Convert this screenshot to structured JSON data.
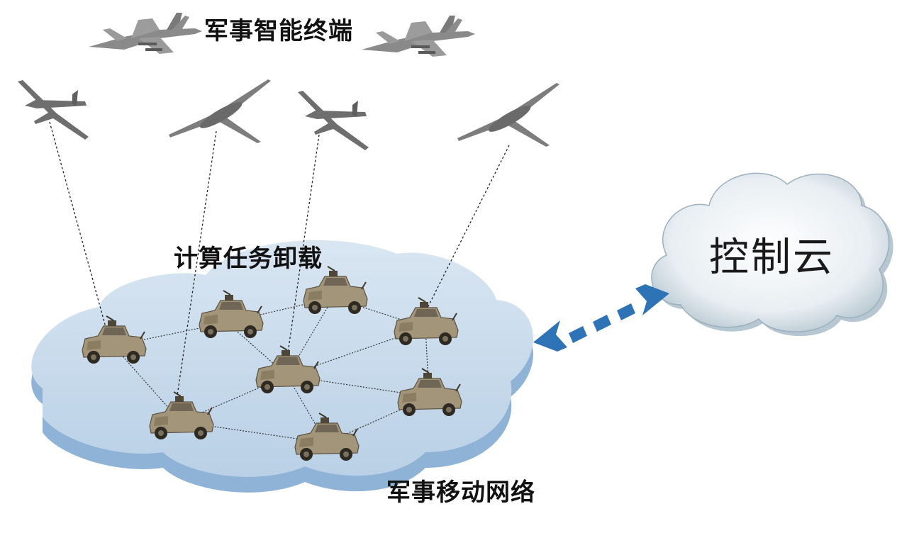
{
  "labels": {
    "terminals": "军事智能终端",
    "offload": "计算任务卸载",
    "network": "军事移动网络",
    "cloud": "控制云"
  },
  "colors": {
    "network_cloud_top": "#c7d9ea",
    "network_cloud_side": "#8fb3d6",
    "control_cloud_fill": "#dfe8ee",
    "arrow": "#2f73b7",
    "aircraft": "#7b7b7b",
    "vehicle": "#9a8b6e",
    "link": "#333333"
  },
  "icons": {
    "fighter": "fighter-jet-icon",
    "drone": "uav-drone-icon",
    "vehicle": "humvee-icon"
  }
}
